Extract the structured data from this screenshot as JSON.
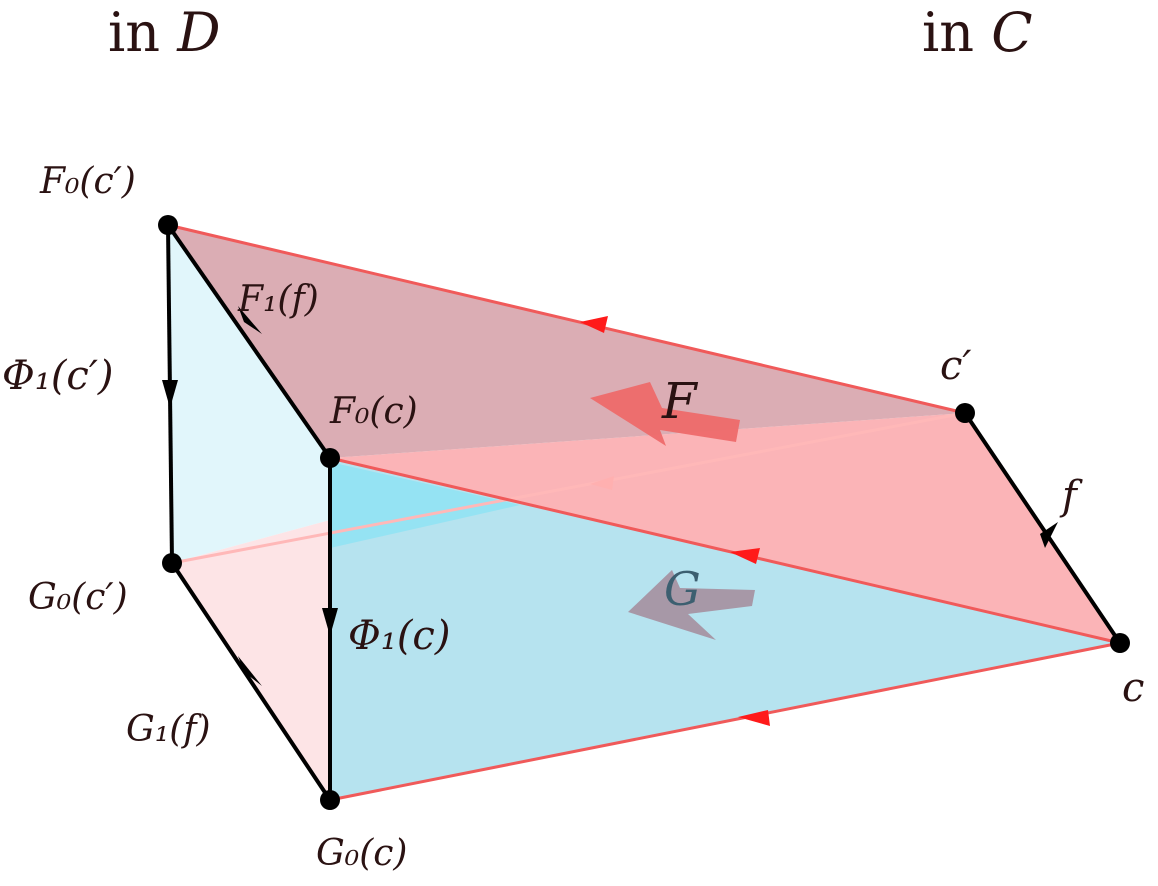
{
  "headers": {
    "left": {
      "prefix": "in",
      "category": "D"
    },
    "right": {
      "prefix": "in",
      "category": "C"
    }
  },
  "objects": {
    "c": "c",
    "c_prime": "c′",
    "F0_c": "F₀(c)",
    "F0_c_prime": "F₀(c′)",
    "G0_c": "G₀(c)",
    "G0_c_prime": "G₀(c′)"
  },
  "morphisms": {
    "f": "f",
    "F1_f": "F₁(f)",
    "G1_f": "G₁(f)",
    "Phi1_c": "Φ₁(c)",
    "Phi1_c_prime": "Φ₁(c′)"
  },
  "functors": {
    "F": "F",
    "G": "G"
  },
  "colors": {
    "F_face": "#d9a9b0",
    "F_face_front": "#fbb0b3",
    "G_face": "#b6e3ef",
    "G_face_back": "#dff5fb",
    "edge_red": "#f05a5a",
    "edge_black": "#000000",
    "text": "#2a1212"
  }
}
